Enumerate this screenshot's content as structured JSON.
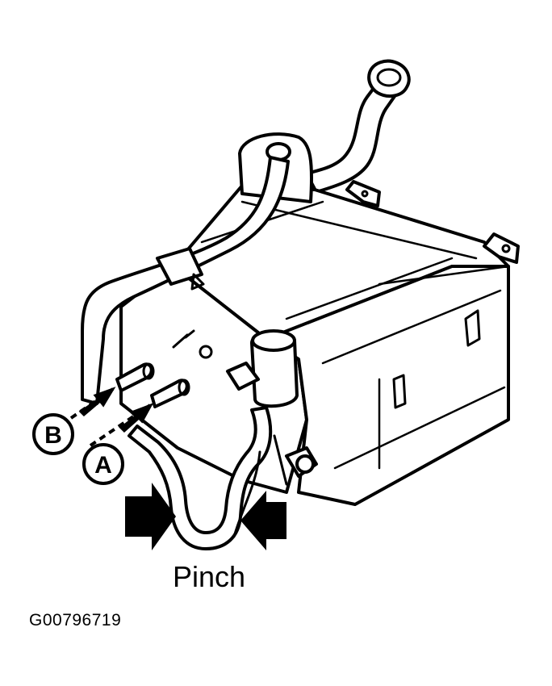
{
  "callouts": {
    "a": "A",
    "b": "B"
  },
  "labels": {
    "pinch": "Pinch",
    "figure_code": "G00796719"
  }
}
